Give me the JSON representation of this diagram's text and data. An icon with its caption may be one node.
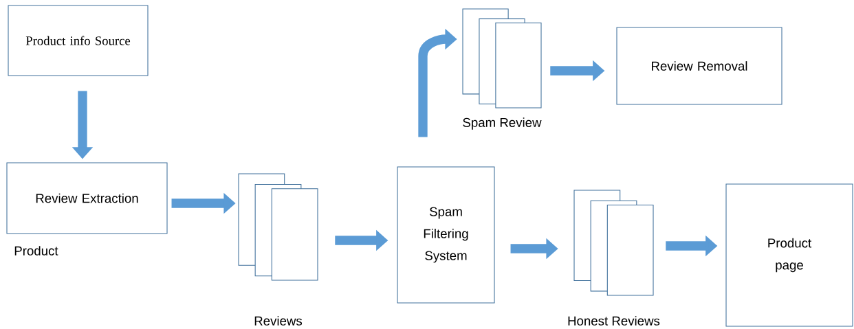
{
  "diagram": {
    "nodes": [
      {
        "text": [
          "Product info Source"
        ]
      },
      {
        "text": [
          "Review Extraction"
        ],
        "beside": [
          "Product"
        ]
      },
      {
        "text": [
          "Reviews"
        ]
      },
      {
        "text": [
          "Spam Filtering System"
        ]
      },
      {
        "text": [
          "Spam Review"
        ]
      },
      {
        "text": [
          "Review Removal"
        ]
      },
      {
        "text": [
          "Honest Reviews"
        ]
      },
      {
        "text": [
          "Product page"
        ]
      }
    ],
    "edges": [
      {
        "from": 0,
        "to": 1,
        "arrow": "to"
      },
      {
        "from": 1,
        "to": 2,
        "arrow": "to"
      },
      {
        "from": 2,
        "to": 3,
        "arrow": "to"
      },
      {
        "from": 3,
        "to": 4,
        "arrow": "to"
      },
      {
        "from": 4,
        "to": 5,
        "arrow": "to"
      },
      {
        "from": 3,
        "to": 6,
        "arrow": "to"
      },
      {
        "from": 6,
        "to": 7,
        "arrow": "to"
      }
    ]
  }
}
